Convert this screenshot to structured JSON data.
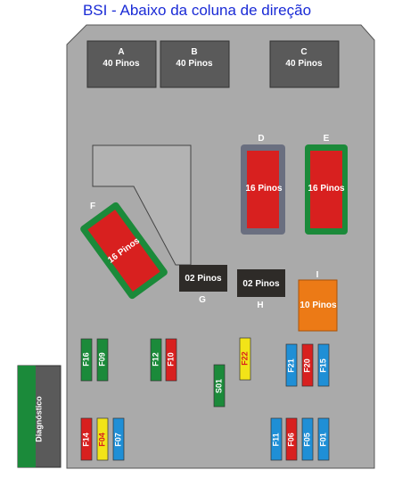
{
  "title": "BSI - Abaixo da coluna de direção",
  "connectors": {
    "A": {
      "letter": "A",
      "pins": "40 Pinos"
    },
    "B": {
      "letter": "B",
      "pins": "40 Pinos"
    },
    "C": {
      "letter": "C",
      "pins": "40 Pinos"
    },
    "D": {
      "letter": "D",
      "pins": "16 Pinos"
    },
    "E": {
      "letter": "E",
      "pins": "16 Pinos"
    },
    "F": {
      "letter": "F",
      "pins": "16 Pinos"
    },
    "G": {
      "letter": "G",
      "pins": "02 Pinos"
    },
    "H": {
      "letter": "H",
      "pins": "02 Pinos"
    },
    "I": {
      "letter": "I",
      "pins": "10 Pinos"
    }
  },
  "fuses": {
    "F16": "F16",
    "F09": "F09",
    "F12": "F12",
    "F10": "F10",
    "F22": "F22",
    "F21": "F21",
    "F20": "F20",
    "F15": "F15",
    "S01": "S01",
    "F14": "F14",
    "F04": "F04",
    "F07": "F07",
    "F11": "F11",
    "F06": "F06",
    "F05": "F05",
    "F01": "F01"
  },
  "diagnostic": "Diagnóstico",
  "colors": {
    "panel": "#aaaaaa",
    "connector_dark": "#5a5a5a",
    "red": "#d8201f",
    "green": "#1b8a3a",
    "blue": "#1f8fd6",
    "yellow": "#f2e418",
    "orange": "#ec7a16",
    "title": "#1a2bd6"
  }
}
